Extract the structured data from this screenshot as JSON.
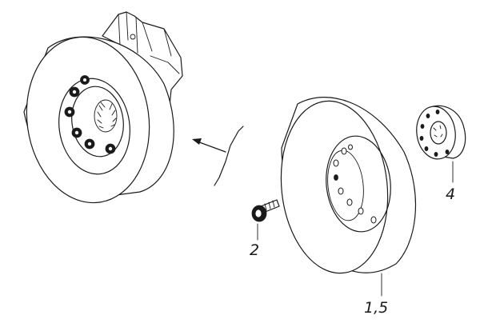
{
  "callouts": {
    "bolt": "2",
    "hub_adapter": "4",
    "damper": "1,5"
  },
  "colors": {
    "line": "#1a1a1a",
    "background": "#ffffff"
  }
}
